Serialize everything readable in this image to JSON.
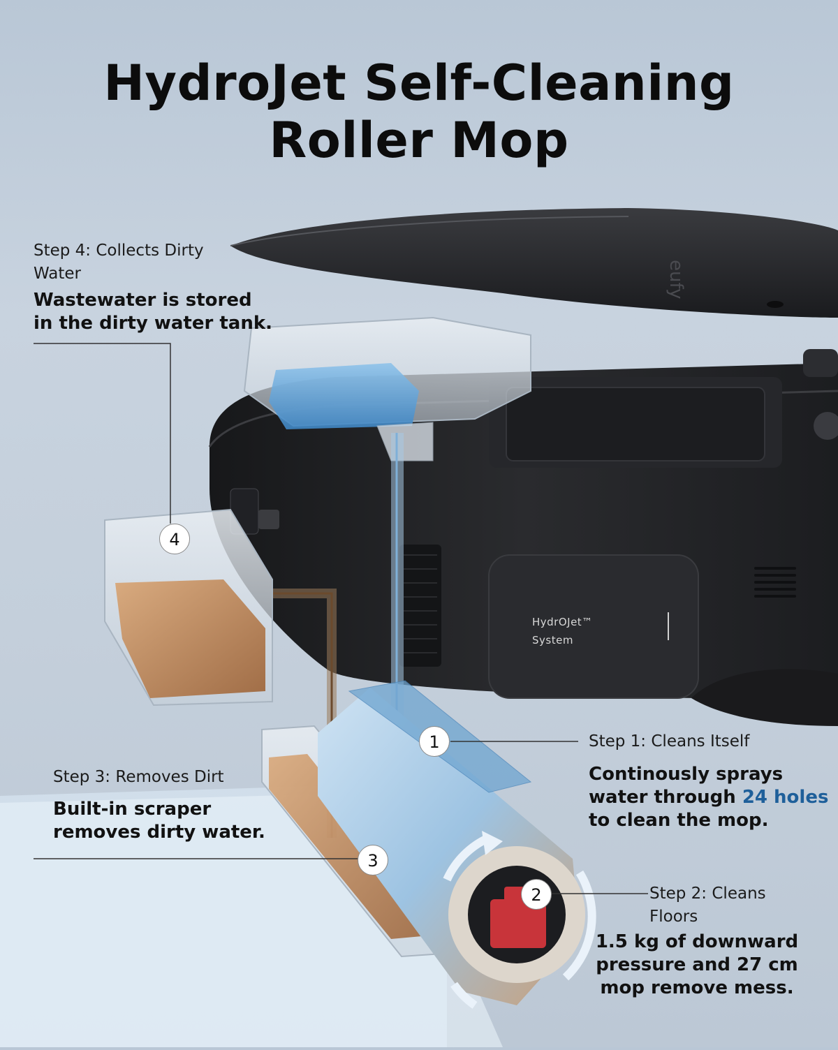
{
  "header": {
    "title_line1": "HydroJet Self-Cleaning",
    "title_line2": "Roller Mop"
  },
  "steps": [
    {
      "number": "1",
      "heading": "Step 1: Cleans Itself",
      "body_line1": "Continously sprays",
      "body_line2_prefix": "water through ",
      "body_line2_highlight": "24 holes",
      "body_line3": "to clean the mop."
    },
    {
      "number": "2",
      "heading_line1": "Step 2: Cleans",
      "heading_line2": "Floors",
      "body_line1": "1.5 kg of downward",
      "body_line2": "pressure and 27 cm",
      "body_line3": "mop remove mess."
    },
    {
      "number": "3",
      "heading": "Step 3: Removes Dirt",
      "body_line1": "Built-in scraper",
      "body_line2": "removes dirty water."
    },
    {
      "number": "4",
      "heading_line1": "Step 4: Collects Dirty",
      "heading_line2": "Water",
      "body_line1": "Wastewater is stored",
      "body_line2": "in the dirty water tank."
    }
  ],
  "product_label": {
    "line1": "HydrOJet™",
    "line2": "System"
  },
  "colors": {
    "accent": "#1e5f9a",
    "robot_body": "#1f2023",
    "clean_water": "#5b9fd4",
    "dirty_water": "#b0784a",
    "scraper_red": "#c8343a"
  }
}
